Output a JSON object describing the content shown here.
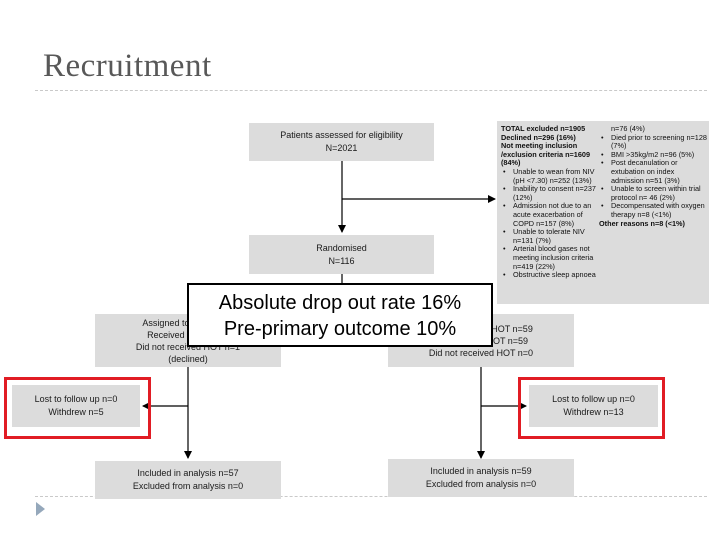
{
  "slide": {
    "title": "Recruitment"
  },
  "flow": {
    "assessed": {
      "line1": "Patients assessed for eligibility",
      "line2": "N=2021"
    },
    "randomised": {
      "line1": "Randomised",
      "line2": "N=116"
    },
    "left_arm": {
      "line1": "Assigned to HOT n=57",
      "line2": "Received HOT n=56",
      "line3": "Did not received HOT n=1",
      "line4": "(declined)"
    },
    "right_arm": {
      "line1": "Assigned to no HOT n=59",
      "line2": "Received no HOT n=59",
      "line3": "Did not received HOT n=0"
    },
    "left_followup": {
      "line1": "Lost to follow up n=0",
      "line2": "Withdrew n=5"
    },
    "right_followup": {
      "line1": "Lost to follow up n=0",
      "line2": "Withdrew n=13"
    },
    "left_analysis": {
      "line1": "Included in analysis n=57",
      "line2": "Excluded from analysis n=0"
    },
    "right_analysis": {
      "line1": "Included in analysis n=59",
      "line2": "Excluded from analysis n=0"
    }
  },
  "exclusions": {
    "total": "TOTAL excluded n=1905",
    "declined": "Declined n=296 (16%)",
    "not_meeting": "Not meeting inclusion /exclusion criteria n=1609 (84%)",
    "items_col1": [
      "Unable to wean from NIV (pH <7.30) n=252 (13%)",
      "Inability to consent n=237 (12%)",
      "Admission not due to an acute exacerbation of COPD n=157 (8%)",
      "Unable to tolerate NIV n=131 (7%)",
      "Arterial blood gases not meeting inclusion criteria n=419 (22%)",
      "Obstructive sleep apnoea"
    ],
    "col2_continuation": "n=76 (4%)",
    "items_col2": [
      "Died prior to screening n=128 (7%)",
      "BMI >35kg/m2 n=96 (5%)",
      "Post decanulation or extubation on index admission n=51 (3%)",
      "Unable to screen within trial protocol n= 46 (2%)",
      "Decompensated with oxygen therapy n=8 (<1%)"
    ],
    "other": "Other reasons n=8 (<1%)"
  },
  "callout": {
    "line1": "Absolute drop out rate 16%",
    "line2": "Pre-primary outcome 10%"
  },
  "colors": {
    "box_fill": "#dcdcdc",
    "highlight": "#e11c24",
    "title": "#585858"
  }
}
